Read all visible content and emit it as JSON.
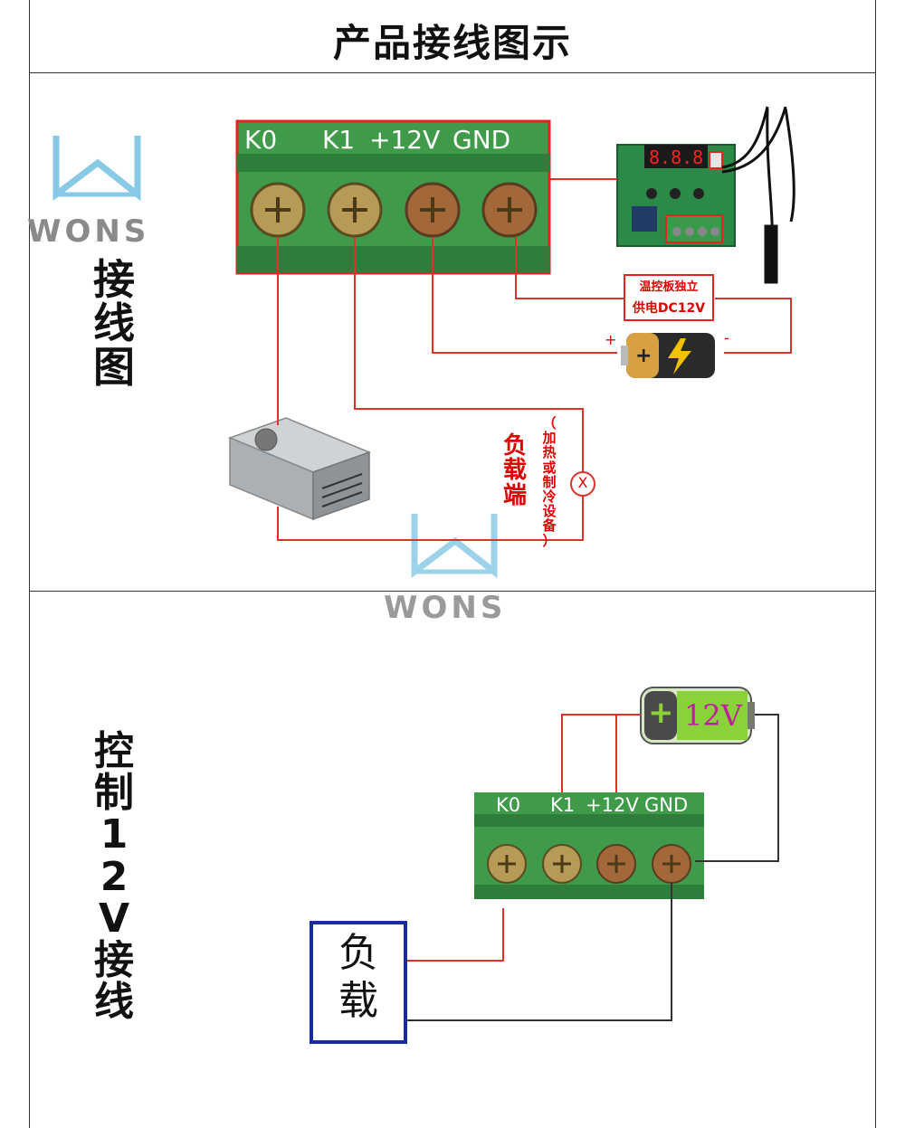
{
  "title": "产品接线图示",
  "section1": {
    "label": [
      "接",
      "线",
      "图"
    ],
    "terminals": [
      "K0",
      "K1",
      "+12V",
      "GND"
    ],
    "supply_note_line1": "温控板独立",
    "supply_note_line2": "供电DC12V",
    "battery_plus": "+",
    "battery_minus": "-",
    "load_label": [
      "负",
      "载",
      "端"
    ],
    "load_note": [
      "（",
      "加",
      "热",
      "或",
      "制",
      "冷",
      "设",
      "备",
      "）"
    ],
    "load_symbol": "X",
    "display_digits": "8.8.8"
  },
  "section2": {
    "label": [
      "控",
      "制",
      "1",
      "2",
      "V",
      "接",
      "线"
    ],
    "terminals": [
      "K0",
      "K1",
      "+12V",
      "GND"
    ],
    "battery_label": "12V",
    "battery_plus": "+",
    "load_label": [
      "负",
      "载"
    ]
  },
  "watermark": {
    "text": "WONS"
  },
  "colors": {
    "wire_red": "#e0302a",
    "wire_dark": "#333333",
    "terminal_green": "#3f9a4a",
    "frame_red": "#e8201e",
    "load_box": "#1a2aa0",
    "wm_blue": "#7cc4e4",
    "wm_gray": "#8a8a8a"
  }
}
